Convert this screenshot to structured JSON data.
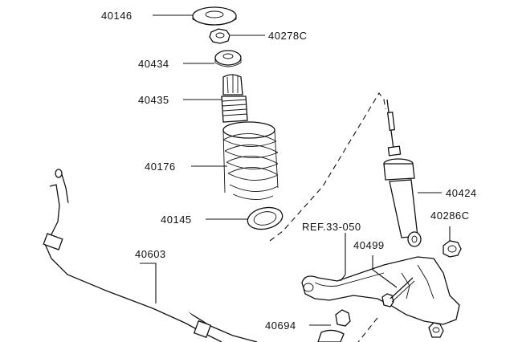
{
  "parts": {
    "p40146": "40146",
    "p40278c": "40278C",
    "p40434": "40434",
    "p40435": "40435",
    "p40176": "40176",
    "p40145": "40145",
    "p40603": "40603",
    "p40694": "40694",
    "p40424": "40424",
    "p40286c": "40286C",
    "p40499": "40499"
  },
  "reference": "REF.33-050"
}
